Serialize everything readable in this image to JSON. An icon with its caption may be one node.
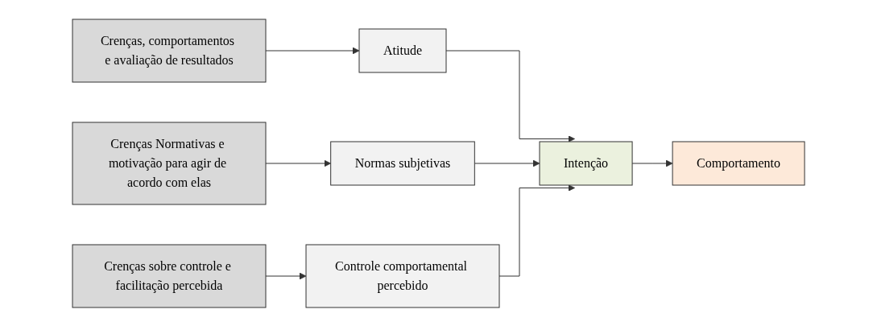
{
  "diagram": {
    "nodes": [
      {
        "text": [
          "Crenças, comportamentos e avaliação de resultados"
        ]
      },
      {
        "text": [
          "Atitude"
        ]
      },
      {
        "text": [
          "Crenças Normativas e motivação para agir de acordo com elas"
        ]
      },
      {
        "text": [
          "Normas subjetivas"
        ]
      },
      {
        "text": [
          "Crenças sobre controle e facilitação percebida"
        ]
      },
      {
        "text": [
          "Controle comportamental percebido"
        ]
      },
      {
        "text": [
          "Intenção"
        ]
      },
      {
        "text": [
          "Comportamento"
        ]
      }
    ],
    "edges": [
      {
        "from": 0,
        "to": 1,
        "arrow": "to"
      },
      {
        "from": 2,
        "to": 3,
        "arrow": "to"
      },
      {
        "from": 4,
        "to": 5,
        "arrow": "to"
      },
      {
        "from": 1,
        "to": 6,
        "arrow": "to"
      },
      {
        "from": 3,
        "to": 6,
        "arrow": "to"
      },
      {
        "from": 5,
        "to": 6,
        "arrow": "to"
      },
      {
        "from": 6,
        "to": 7,
        "arrow": "to"
      }
    ]
  }
}
